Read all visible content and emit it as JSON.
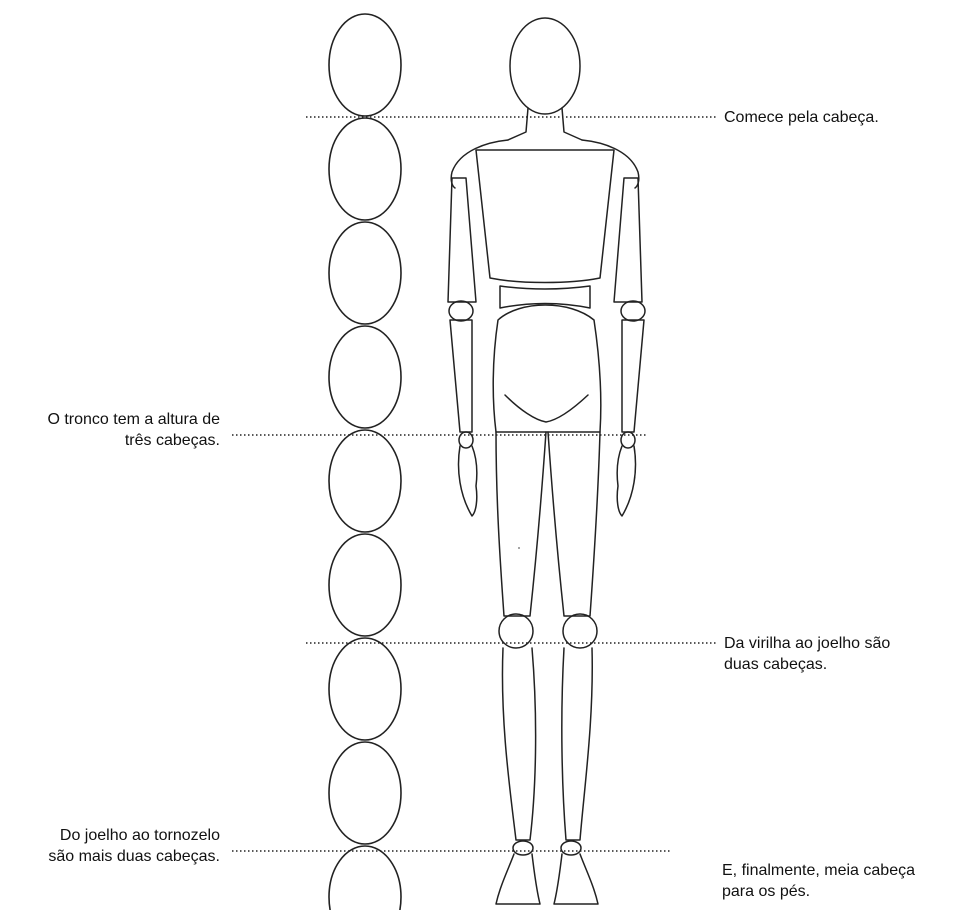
{
  "annotations": {
    "head": {
      "line1": "Comece pela cabeça."
    },
    "torso": {
      "line1": "O tronco tem a altura de",
      "line2": "três cabeças."
    },
    "groin_knee": {
      "line1": "Da virilha ao joelho são",
      "line2": "duas cabeças."
    },
    "knee_ankle": {
      "line1": "Do joelho ao tornozelo",
      "line2": "são mais duas cabeças."
    },
    "feet": {
      "line1": "E, finalmente, meia cabeça",
      "line2": "para os pés."
    }
  },
  "proportion": {
    "head_units": 8
  },
  "colors": {
    "stroke": "#222222",
    "text": "#111111",
    "background": "#ffffff"
  }
}
